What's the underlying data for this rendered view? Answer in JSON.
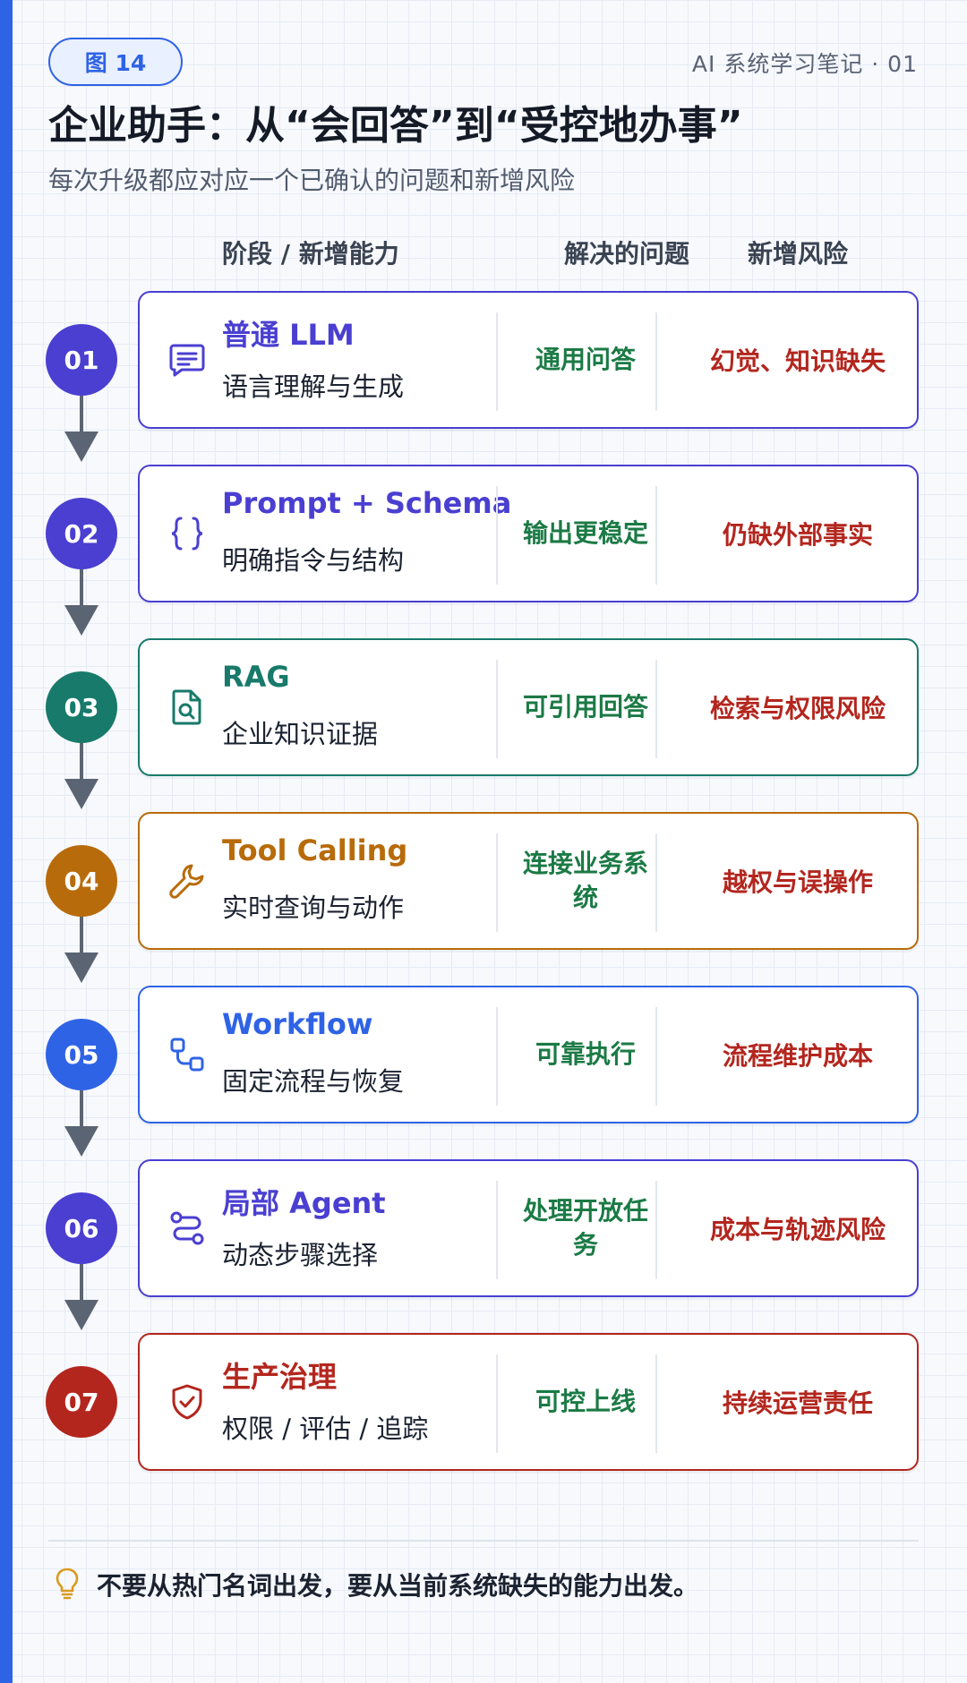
{
  "header": {
    "figure_label": "图 14",
    "series": "AI 系统学习笔记 · 01",
    "title": "企业助手：从“会回答”到“受控地办事”",
    "subtitle": "每次升级都应对应一个已确认的问题和新增风险"
  },
  "columns": {
    "stage": "阶段 / 新增能力",
    "solves": "解决的问题",
    "risk": "新增风险"
  },
  "stages": [
    {
      "num": "01",
      "name": "普通 LLM",
      "desc": "语言理解与生成",
      "solves": "通用问答",
      "risk": "幻觉、知识缺失",
      "icon": "chat-lines-icon",
      "color": "#4a3fd1",
      "bg": "#f4f2ff"
    },
    {
      "num": "02",
      "name": "Prompt + Schema",
      "desc": "明确指令与结构",
      "solves": "输出更稳定",
      "risk": "仍缺外部事实",
      "icon": "braces-icon",
      "color": "#4a3fd1",
      "bg": "#f4f2ff"
    },
    {
      "num": "03",
      "name": "RAG",
      "desc": "企业知识证据",
      "solves": "可引用回答",
      "risk": "检索与权限风险",
      "icon": "document-search-icon",
      "color": "#177a6a",
      "bg": "#eef8f5"
    },
    {
      "num": "04",
      "name": "Tool Calling",
      "desc": "实时查询与动作",
      "solves": "连接业务系统",
      "risk": "越权与误操作",
      "icon": "wrench-icon",
      "color": "#b86b0a",
      "bg": "#fff6e8"
    },
    {
      "num": "05",
      "name": "Workflow",
      "desc": "固定流程与恢复",
      "solves": "可靠执行",
      "risk": "流程维护成本",
      "icon": "workflow-icon",
      "color": "#2f63e6",
      "bg": "#eef3ff"
    },
    {
      "num": "06",
      "name": "局部 Agent",
      "desc": "动态步骤选择",
      "solves": "处理开放任务",
      "risk": "成本与轨迹风险",
      "icon": "route-icon",
      "color": "#4a3fd1",
      "bg": "#f4f2ff"
    },
    {
      "num": "07",
      "name": "生产治理",
      "desc": "权限 / 评估 / 追踪",
      "solves": "可控上线",
      "risk": "持续运营责任",
      "icon": "shield-check-icon",
      "color": "#b3261e",
      "bg": "#fff1f0"
    }
  ],
  "tip": "不要从热门名词出发，要从当前系统缺失的能力出发。",
  "colors": {
    "accent": "#2f63e6",
    "solves": "#1b7a45",
    "risk": "#b3261e",
    "tip_icon": "#d99a1e"
  }
}
